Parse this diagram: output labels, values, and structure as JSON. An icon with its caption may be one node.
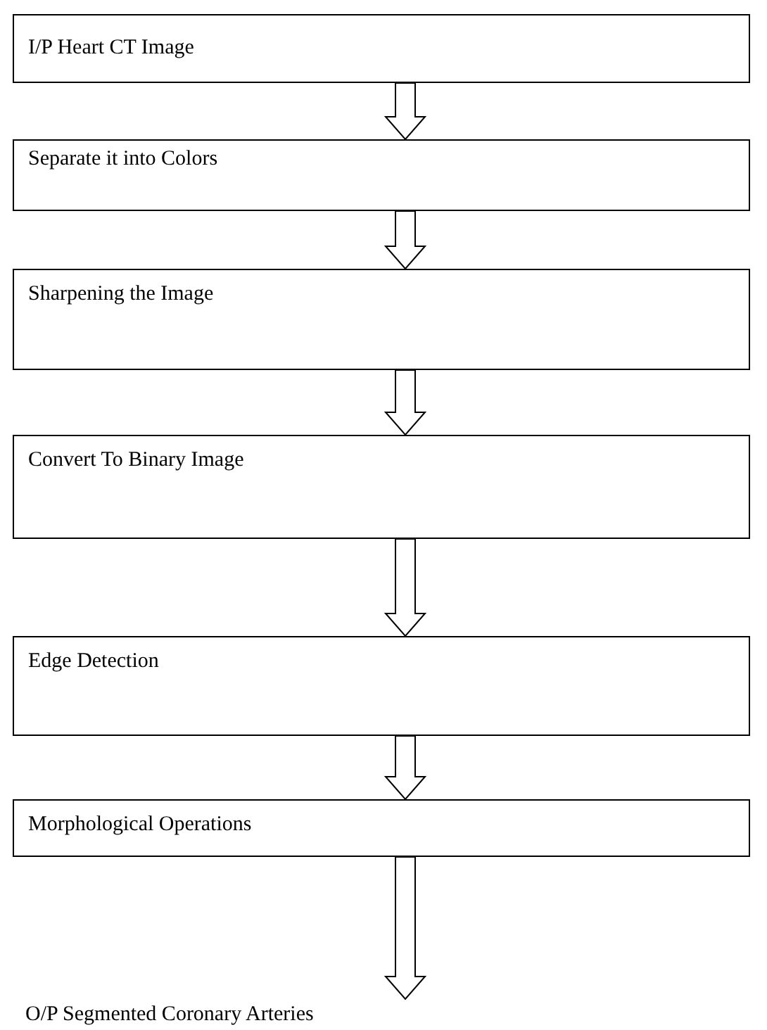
{
  "diagram": {
    "nodes": [
      {
        "text": [
          "I/P Heart CT Image"
        ]
      },
      {
        "text": [
          "Separate it into Colors"
        ]
      },
      {
        "text": [
          "Sharpening the Image"
        ]
      },
      {
        "text": [
          "Convert To Binary Image"
        ]
      },
      {
        "text": [
          "Edge Detection"
        ]
      },
      {
        "text": [
          "Morphological Operations"
        ]
      },
      {
        "text": [
          "O/P Segmented Coronary Arteries"
        ]
      }
    ],
    "edges": [
      {
        "from": 0,
        "to": 1,
        "arrow": "to"
      },
      {
        "from": 1,
        "to": 2,
        "arrow": "to"
      },
      {
        "from": 2,
        "to": 3,
        "arrow": "to"
      },
      {
        "from": 3,
        "to": 4,
        "arrow": "to"
      },
      {
        "from": 4,
        "to": 5,
        "arrow": "to"
      },
      {
        "from": 5,
        "to": 6,
        "arrow": "to"
      }
    ]
  }
}
